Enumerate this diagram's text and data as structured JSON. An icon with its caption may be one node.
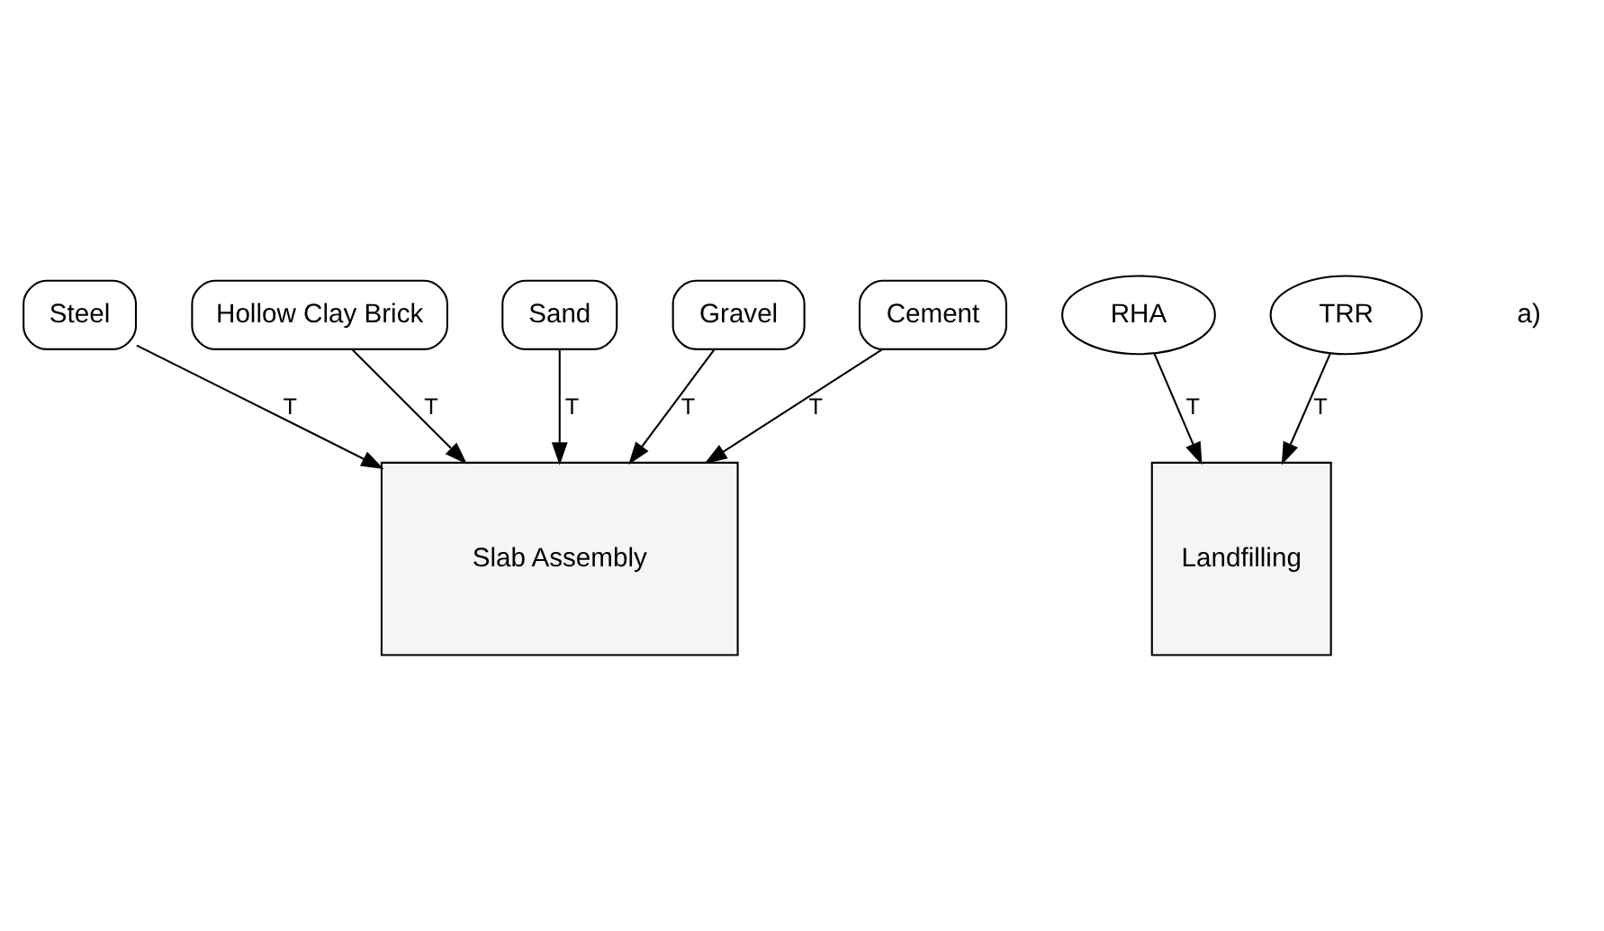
{
  "diagram": {
    "nodes": [
      {
        "text": [
          "Steel"
        ]
      },
      {
        "text": [
          "Hollow Clay Brick"
        ]
      },
      {
        "text": [
          "Slab Assembly"
        ]
      },
      {
        "text": [
          "Landfilling"
        ]
      },
      {
        "text": [
          "RHA"
        ]
      },
      {
        "text": [
          "TRR"
        ]
      },
      {
        "text": [
          "Sand"
        ]
      },
      {
        "text": [
          "Gravel"
        ]
      },
      {
        "text": [
          "Cement"
        ]
      }
    ],
    "edges": [
      {
        "from": 0,
        "to": 2,
        "arrow": "to",
        "label": "T"
      },
      {
        "from": 1,
        "to": 2,
        "arrow": "to",
        "label": "T"
      },
      {
        "from": 4,
        "to": 3,
        "arrow": "to",
        "label": "T"
      },
      {
        "from": 5,
        "to": 3,
        "arrow": "to",
        "label": "T"
      },
      {
        "from": 6,
        "to": 2,
        "arrow": "to",
        "label": "T"
      },
      {
        "from": 7,
        "to": 2,
        "arrow": "to",
        "label": "T"
      },
      {
        "from": 8,
        "to": 2,
        "arrow": "to",
        "label": "T"
      }
    ],
    "labels": [
      "a)"
    ]
  }
}
